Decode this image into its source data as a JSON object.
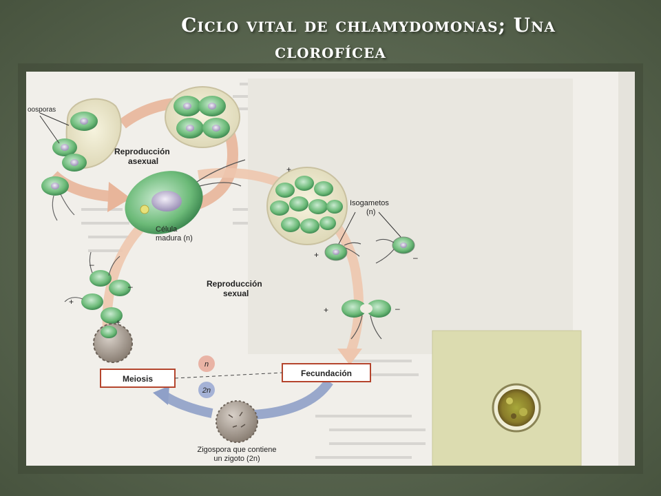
{
  "title": {
    "line1": "Ciclo  vital de chlamydomonas; Una",
    "line2": "clorofícea"
  },
  "diagram": {
    "labels": {
      "zoospores": "oosporas",
      "asexual_line1": "Reproducción",
      "asexual_line2": "asexual",
      "mature_line1": "Célula",
      "mature_line2": "madura (n)",
      "isogametes_line1": "Isogametos",
      "isogametes_line2": "(n)",
      "sexual_line1": "Reproducción",
      "sexual_line2": "sexual",
      "meiosis": "Meiosis",
      "fecundation": "Fecundación",
      "n": "n",
      "two_n": "2n",
      "zygospore_line1": "Zigospora que contiene",
      "zygospore_line2": "un zigoto (2n)"
    },
    "signs": {
      "plus": "+",
      "minus": "–"
    }
  },
  "colors": {
    "frame": "#5d6a55",
    "slide": "#f1efea",
    "asexual_arrow": "#e8b59a",
    "sexual_arrow": "#eec6ae",
    "meiosis_arrow": "#8fa0c8",
    "cell_green": "#5fae6d",
    "box_border": "#b4442c",
    "micrograph_bg": "#dcdcb0"
  }
}
